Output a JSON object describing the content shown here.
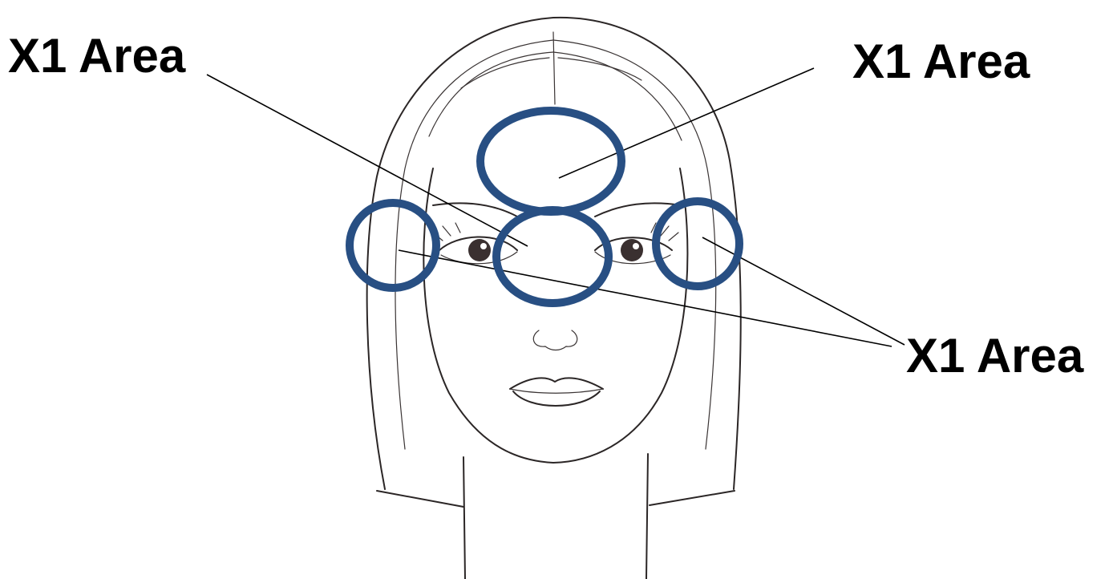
{
  "labels": {
    "top_left": "X1 Area",
    "top_right": "X1 Area",
    "bottom_right": "X1 Area"
  },
  "colors": {
    "ring": "#284f83",
    "sketch": "#2b2626",
    "leader": "#000000",
    "background": "#ffffff"
  },
  "diagram": {
    "subject": "face-outline-icon",
    "marked_areas": [
      "forehead",
      "between-eyes",
      "left-eye-corner",
      "right-eye-corner"
    ]
  }
}
